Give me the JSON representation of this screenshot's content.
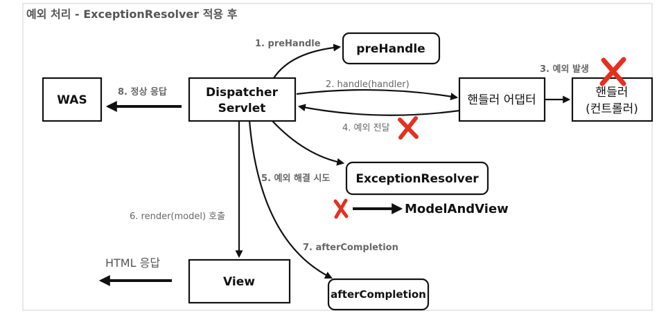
{
  "title": "예외 처리 - ExceptionResolver 적용 후",
  "nodes": {
    "was": "WAS",
    "dispatcher_line1": "Dispatcher",
    "dispatcher_line2": "Servlet",
    "prehandle": "preHandle",
    "handler_adapter": "핸들러 어댑터",
    "handler_line1": "핸들러",
    "handler_line2": "(컨트롤러)",
    "exception_resolver": "ExceptionResolver",
    "view": "View",
    "after_completion": "afterCompletion"
  },
  "edges": {
    "e1": "1. preHandle",
    "e2": "2. handle(handler)",
    "e3": "3. 예외 발생",
    "e4": "4. 예외 전달",
    "e5": "5. 예외 해결 시도",
    "e6": "6. render(model) 호출",
    "e7": "7. afterCompletion",
    "e8": "8. 정상 응답",
    "html_response": "HTML 응답"
  },
  "model_and_view": "ModelAndView",
  "colors": {
    "x_mark": "#e53020",
    "stroke": "#111111",
    "label": "#666666"
  }
}
